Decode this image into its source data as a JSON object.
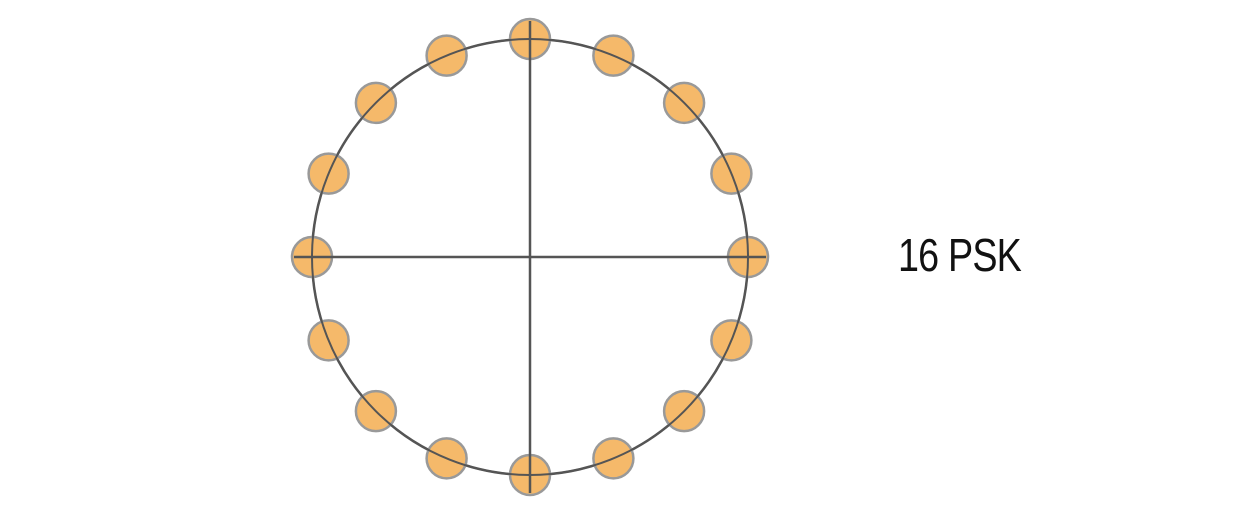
{
  "diagram": {
    "label": "16 PSK",
    "constellation": {
      "points": 16,
      "phase_offset_deg": 0
    },
    "colors": {
      "point_fill": "#f5b96a",
      "point_stroke": "#999999",
      "circle_stroke": "#555555",
      "axis_stroke": "#555555",
      "label": "#111111"
    }
  }
}
